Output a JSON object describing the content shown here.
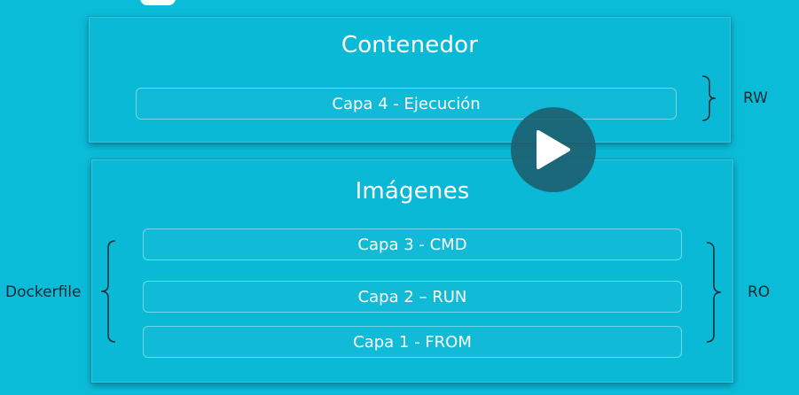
{
  "container": {
    "title": "Contenedor",
    "layers": [
      {
        "label": "Capa 4 - Ejecución"
      }
    ],
    "side_label": "RW"
  },
  "images": {
    "title": "Imágenes",
    "layers": [
      {
        "label": "Capa 3 - CMD"
      },
      {
        "label": "Capa 2 – RUN"
      },
      {
        "label": "Capa 1 - FROM"
      }
    ],
    "left_label": "Dockerfile",
    "side_label": "RO"
  },
  "colors": {
    "background": "#0bbcd9",
    "text": "#ffffff",
    "side_text": "#102a33",
    "play_button": "#1c5c6c"
  },
  "icons": {
    "play": "play-icon"
  }
}
